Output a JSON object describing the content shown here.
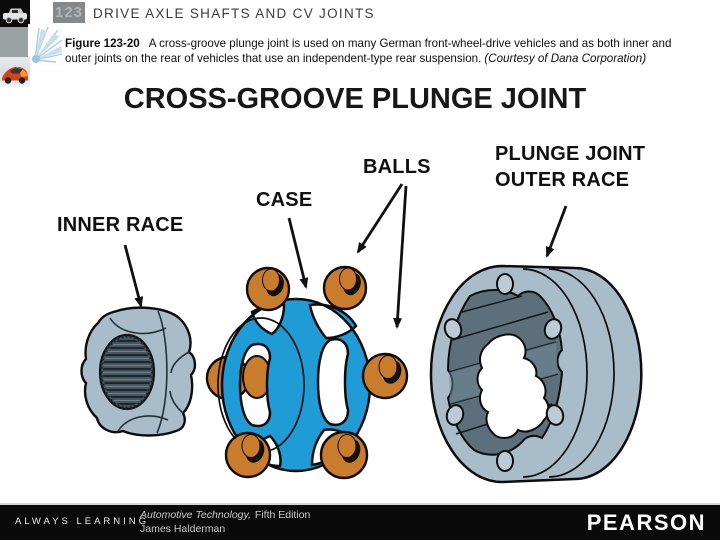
{
  "header": {
    "page_number": "123",
    "title": "DRIVE AXLE SHAFTS AND CV JOINTS"
  },
  "sidebar": {
    "thumbnails": [
      {
        "name": "classic-car-photo"
      },
      {
        "name": "gray-panel"
      },
      {
        "name": "ice-crystal-graphic"
      },
      {
        "name": "sports-car-photo"
      }
    ]
  },
  "caption": {
    "label": "Figure 123-20",
    "body": "A cross-groove plunge joint is used on many German front-wheel-drive vehicles and as both inner and outer joints on the rear of vehicles that use an independent-type rear suspension.",
    "courtesy": "(Courtesy of Dana Corporation)"
  },
  "diagram": {
    "title": "CROSS-GROOVE PLUNGE JOINT",
    "labels": {
      "inner_race": "INNER RACE",
      "case": "CASE",
      "balls": "BALLS",
      "outer_race_line1": "PLUNGE JOINT",
      "outer_race_line2": "OUTER RACE"
    },
    "colors": {
      "case_blue": "#1f9bd5",
      "ball_orange": "#c97c2b",
      "race_gray": "#a9bcc9",
      "race_dark": "#5d6f7a",
      "outline": "#0d0d0d",
      "bar_color": "#0a0a0a"
    }
  },
  "footer": {
    "tagline": "ALWAYS LEARNING",
    "book_title": "Automotive Technology,",
    "book_edition": "Fifth Edition",
    "book_author": "James Halderman",
    "brand": "PEARSON"
  }
}
